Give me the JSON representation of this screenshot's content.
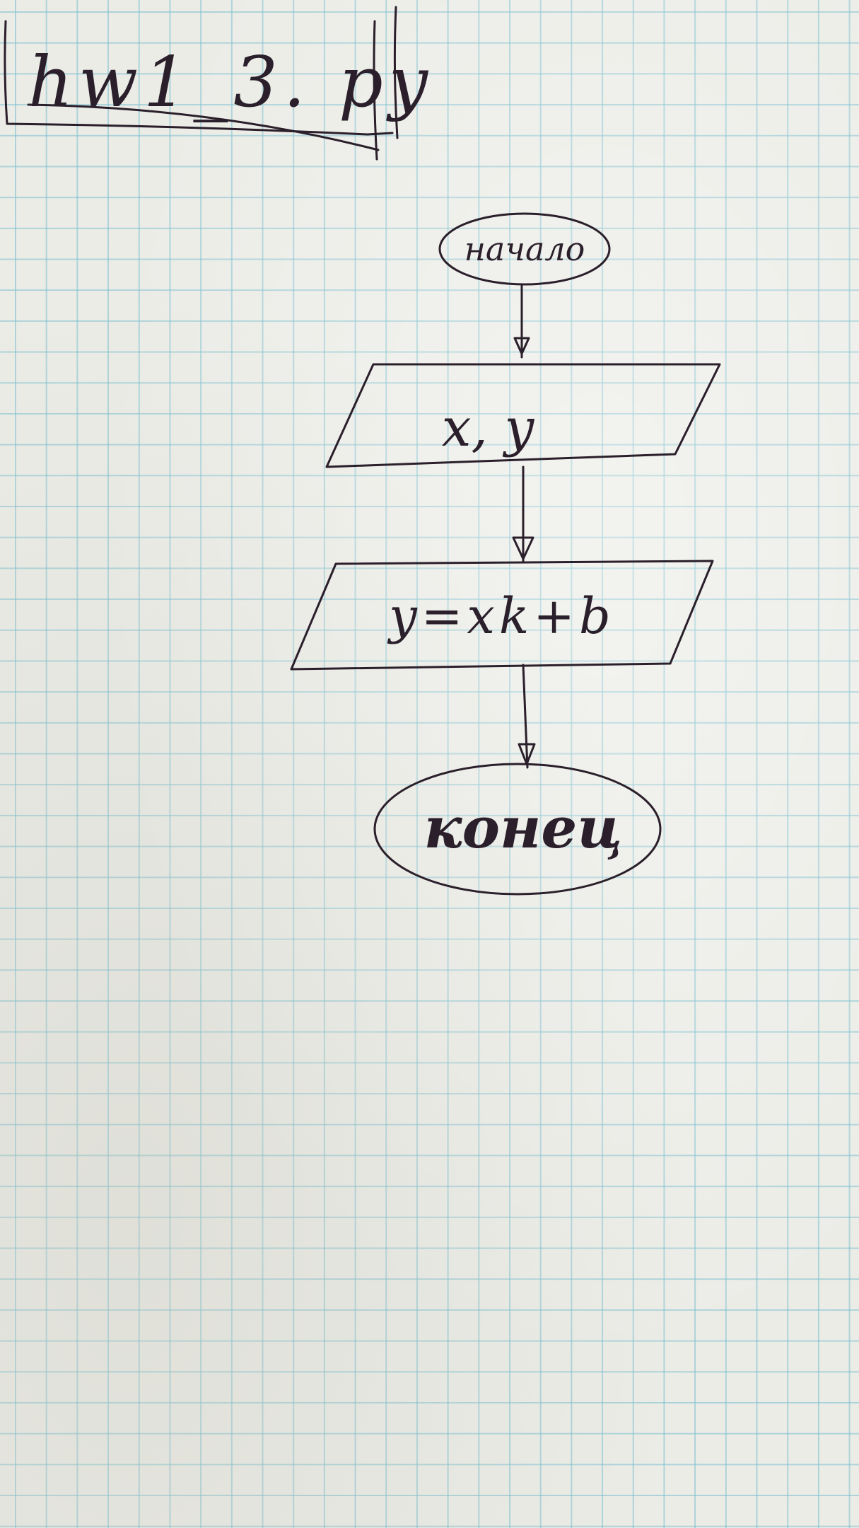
{
  "file_label": "hw1_3. py",
  "flowchart": {
    "start": "начало",
    "input": "x, y",
    "process": "y=xk+b",
    "end": "конец"
  },
  "colors": {
    "paper": "#ecece7",
    "grid": "#78bece",
    "ink": "#2a1f2a"
  }
}
